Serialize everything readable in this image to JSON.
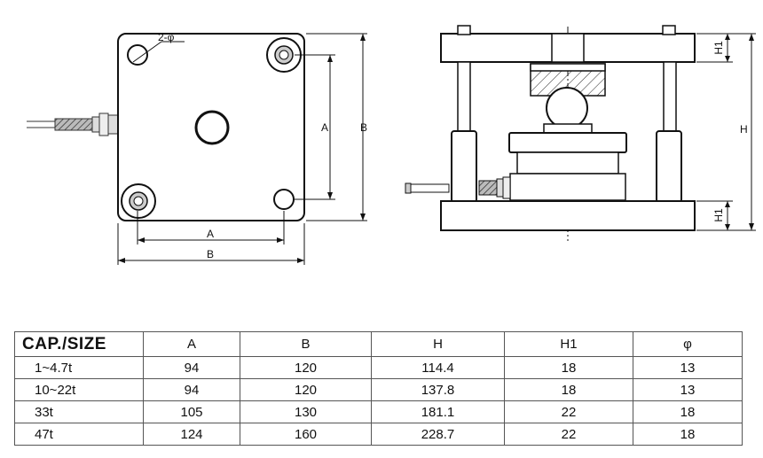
{
  "drawing": {
    "top_view": {
      "hole_label": "2-φ",
      "dim_a_horizontal": "A",
      "dim_b_horizontal": "B",
      "dim_a_vertical": "A",
      "dim_b_vertical": "B"
    },
    "side_view": {
      "dim_h1_top": "H1",
      "dim_h1_bottom": "H1",
      "dim_h": "H"
    }
  },
  "table": {
    "headers": [
      "CAP./SIZE",
      "A",
      "B",
      "H",
      "H1",
      "φ"
    ],
    "rows": [
      [
        "1~4.7t",
        "94",
        "120",
        "114.4",
        "18",
        "13"
      ],
      [
        "10~22t",
        "94",
        "120",
        "137.8",
        "18",
        "13"
      ],
      [
        "33t",
        "105",
        "130",
        "181.1",
        "22",
        "18"
      ],
      [
        "47t",
        "124",
        "160",
        "228.7",
        "22",
        "18"
      ]
    ]
  }
}
